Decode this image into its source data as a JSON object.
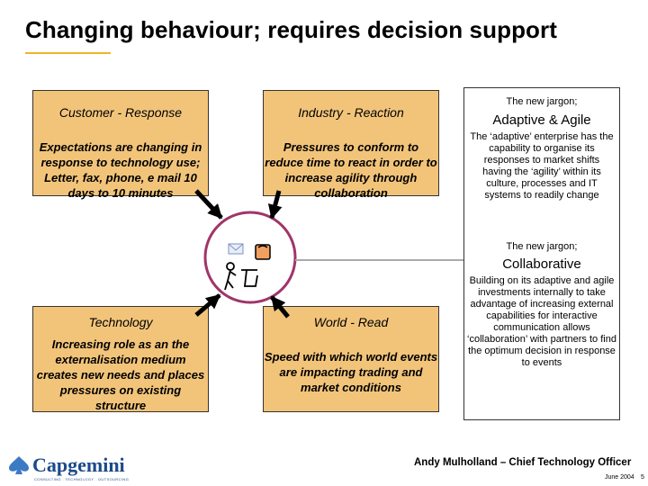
{
  "title": "Changing behaviour; requires decision support",
  "quadrants": [
    {
      "heading": "Customer - Response",
      "body": "Expectations are changing in response to technology use; Letter, fax, phone, e mail 10 days to 10 minutes"
    },
    {
      "heading": "Industry - Reaction",
      "body": "Pressures to conform to reduce time to react in order to increase agility through collaboration"
    },
    {
      "heading": "Technology",
      "body": "Increasing role as an the externalisation medium creates new needs and places pressures on existing structure"
    },
    {
      "heading": "World - Read",
      "body": "Speed with which world events are impacting trading and market conditions"
    }
  ],
  "right_panel": {
    "section1_intro": "The new jargon;",
    "section1_title": "Adaptive & Agile",
    "section1_body": "The ‘adaptive’ enterprise has the capability to organise its responses to market shifts having the ‘agility’ within its culture, processes and IT systems to readily change",
    "section2_intro": "The new jargon;",
    "section2_title": "Collaborative",
    "section2_body": "Building on its adaptive and agile investments internally to take advantage of increasing external capabilities for interactive communication allows ‘collaboration’ with partners to find the optimum decision in response to events"
  },
  "footer": {
    "author": "Andy Mulholland – Chief Technology Officer",
    "date": "June 2004",
    "page_number": "5"
  },
  "logo": {
    "name": "Capgemini",
    "tagline": "CONSULTING . TECHNOLOGY . OUTSOURCING"
  },
  "colors": {
    "box_fill": "#f2c47a",
    "accent": "#f0b428",
    "logo_blue": "#1a4a8a"
  }
}
